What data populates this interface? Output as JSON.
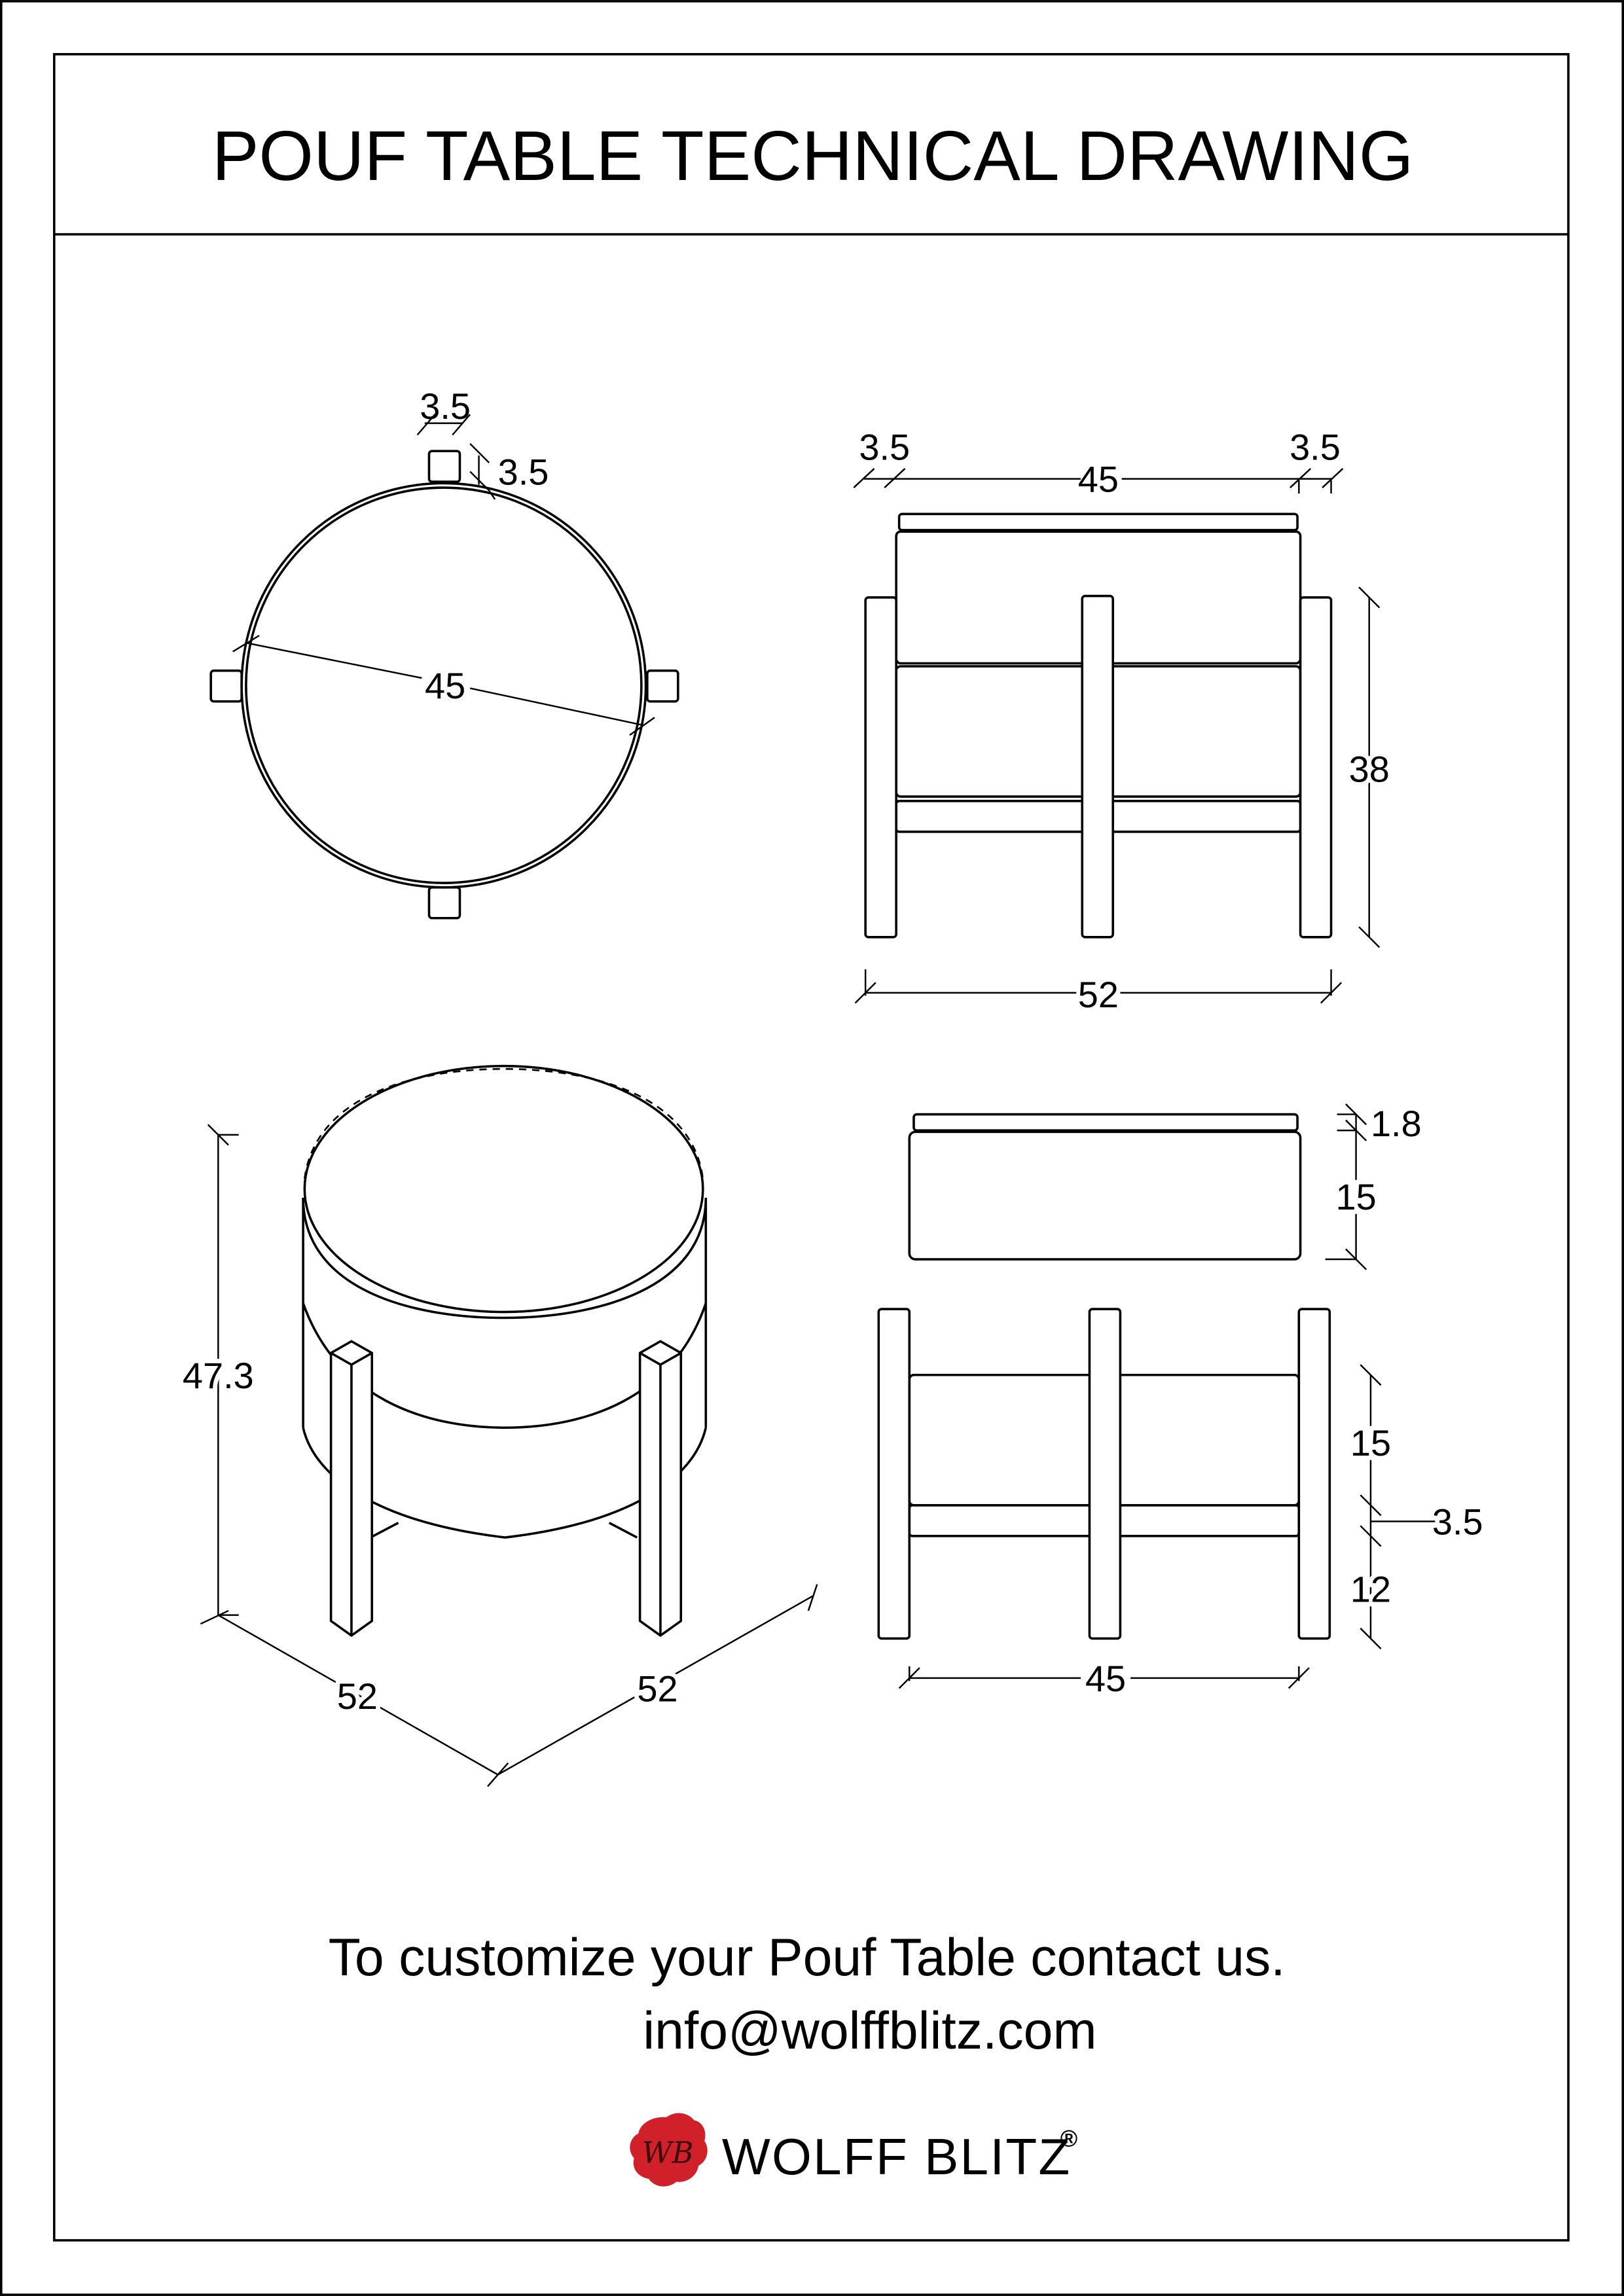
{
  "header": {
    "title": "POUF TABLE TECHNICAL DRAWING"
  },
  "views": {
    "top_view": {
      "leg_width": "3.5",
      "leg_depth": "3.5",
      "diameter": "45"
    },
    "front_view": {
      "left_leg_width": "3.5",
      "body_width": "45",
      "right_leg_width": "3.5",
      "leg_height": "38",
      "overall_width": "52"
    },
    "isometric_view": {
      "overall_height": "47.3",
      "width": "52",
      "depth": "52"
    },
    "exploded_view": {
      "lid_thickness": "1.8",
      "cushion_height": "15",
      "upper_body_height": "15",
      "rail_height": "3.5",
      "lower_leg_height": "12",
      "inner_width": "45"
    }
  },
  "footer": {
    "cta": "To customize your Pouf Table contact us.",
    "email": "info@wolffblitz.com",
    "brand_name": "WOLFF BLITZ",
    "registered_mark": "®",
    "logo_monogram": "WB",
    "logo_color": "#d0202a"
  }
}
